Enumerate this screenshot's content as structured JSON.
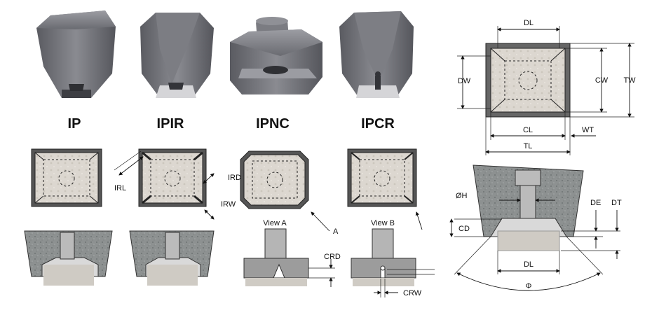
{
  "types": [
    {
      "code": "IP"
    },
    {
      "code": "IPIR"
    },
    {
      "code": "IPNC"
    },
    {
      "code": "IPCR"
    }
  ],
  "views": {
    "a": "View A",
    "b": "View B",
    "arrow_a": "A"
  },
  "dims": {
    "dl": "DL",
    "dw": "DW",
    "cw": "CW",
    "tw": "TW",
    "cl": "CL",
    "wt": "WT",
    "tl": "TL",
    "irl": "IRL",
    "ird": "IRD",
    "irw": "IRW",
    "crd": "CRD",
    "crw": "CRW",
    "h": "ØH",
    "de": "DE",
    "dt": "DT",
    "cd": "CD",
    "dl2": "DL",
    "phi": "Φ"
  },
  "colors": {
    "body": "#6c6d73",
    "rock": "#8c9090",
    "insert": "#d9d4cd",
    "frame": "#cfcfcf"
  }
}
